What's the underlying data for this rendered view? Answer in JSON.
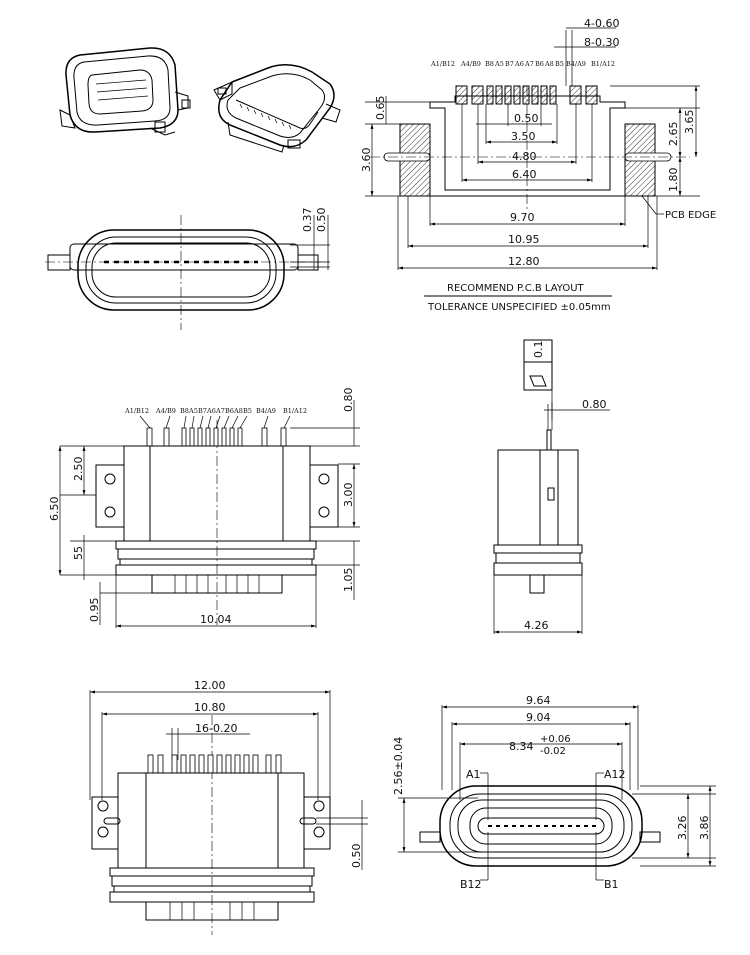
{
  "pcb_layout": {
    "dims": {
      "d_4_060": "4-0.60",
      "d_8_030": "8-0.30",
      "d_065": "0.65",
      "d_360": "3.60",
      "d_050": "0.50",
      "d_350": "3.50",
      "d_480": "4.80",
      "d_640": "6.40",
      "d_970": "9.70",
      "d_1095": "10.95",
      "d_1280": "12.80",
      "d_265": "2.65",
      "d_365": "3.65",
      "d_180": "1.80"
    },
    "pin_labels": [
      "A1/B12",
      "A4/B9",
      "B8",
      "A5",
      "B7",
      "A6",
      "A7",
      "B6",
      "A8",
      "B5",
      "B4/A9",
      "B1/A12"
    ],
    "pcb_edge_label": "PCB EDGE",
    "title": "RECOMMEND P.C.B LAYOUT",
    "tolerance": "TOLERANCE UNSPECIFIED ±0.05mm"
  },
  "front_view": {
    "d_037": "0.37",
    "d_050": "0.50"
  },
  "top_view": {
    "pin_labels": [
      "A1/B12",
      "A4/B9",
      "B8",
      "A5",
      "B7",
      "A6",
      "A7",
      "B6",
      "A8",
      "B5",
      "B4/A9",
      "B1/A12"
    ],
    "d_080": "0.80",
    "d_250": "2.50",
    "d_650": "6.50",
    "d_300": "3.00",
    "d_55": "55",
    "d_105": "1.05",
    "d_095": "0.95",
    "d_1004": "10.04"
  },
  "side_view": {
    "flatness": "0.1",
    "d_080": "0.80",
    "d_426": "4.26"
  },
  "bottom_view": {
    "d_1200": "12.00",
    "d_1080": "10.80",
    "d_16_020": "16-0.20",
    "d_050": "0.50"
  },
  "end_view": {
    "d_964": "9.64",
    "d_904": "9.04",
    "d_834": "8.34",
    "d_834_tol_plus": "+0.06",
    "d_834_tol_minus": "-0.02",
    "d_256": "2.56±0.04",
    "d_326": "3.26",
    "d_386": "3.86",
    "lbl_a1": "A1",
    "lbl_a12": "A12",
    "lbl_b12": "B12",
    "lbl_b1": "B1"
  }
}
